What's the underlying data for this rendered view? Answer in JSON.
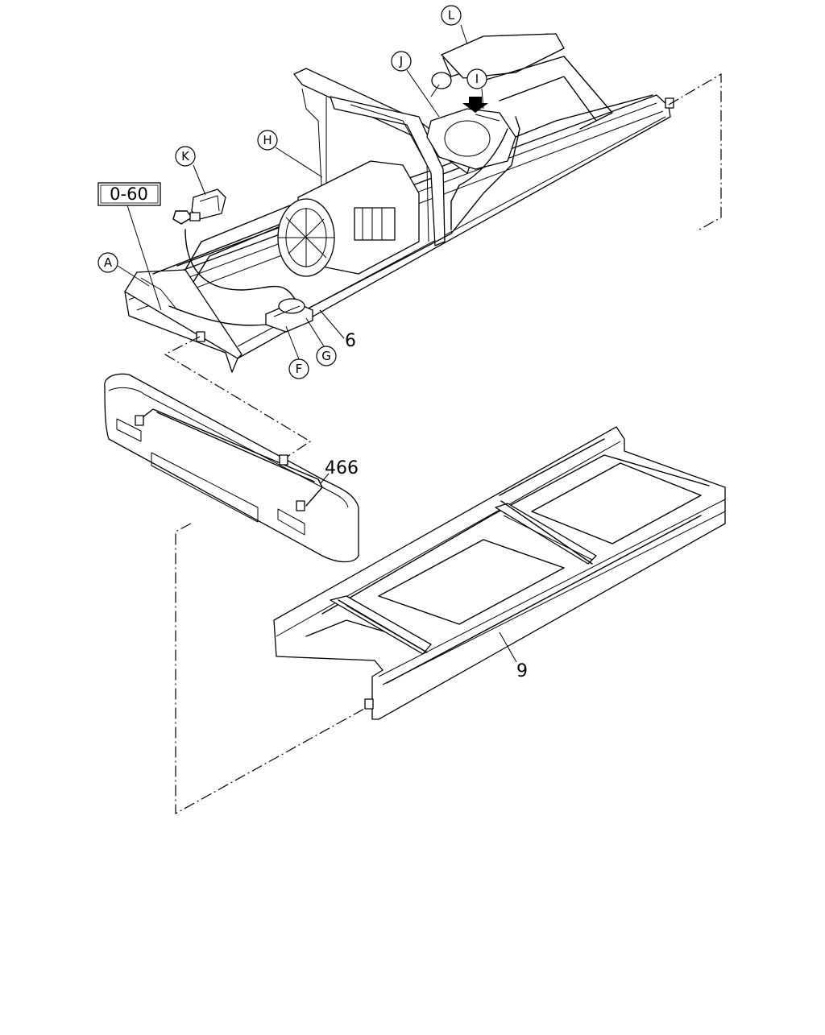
{
  "diagram": {
    "reference_box": "0-60",
    "callouts": [
      "A",
      "F",
      "G",
      "H",
      "I",
      "J",
      "K",
      "L"
    ],
    "part_numbers": [
      "6",
      "466",
      "9"
    ],
    "direction_arrow": "front-arrow-icon"
  }
}
